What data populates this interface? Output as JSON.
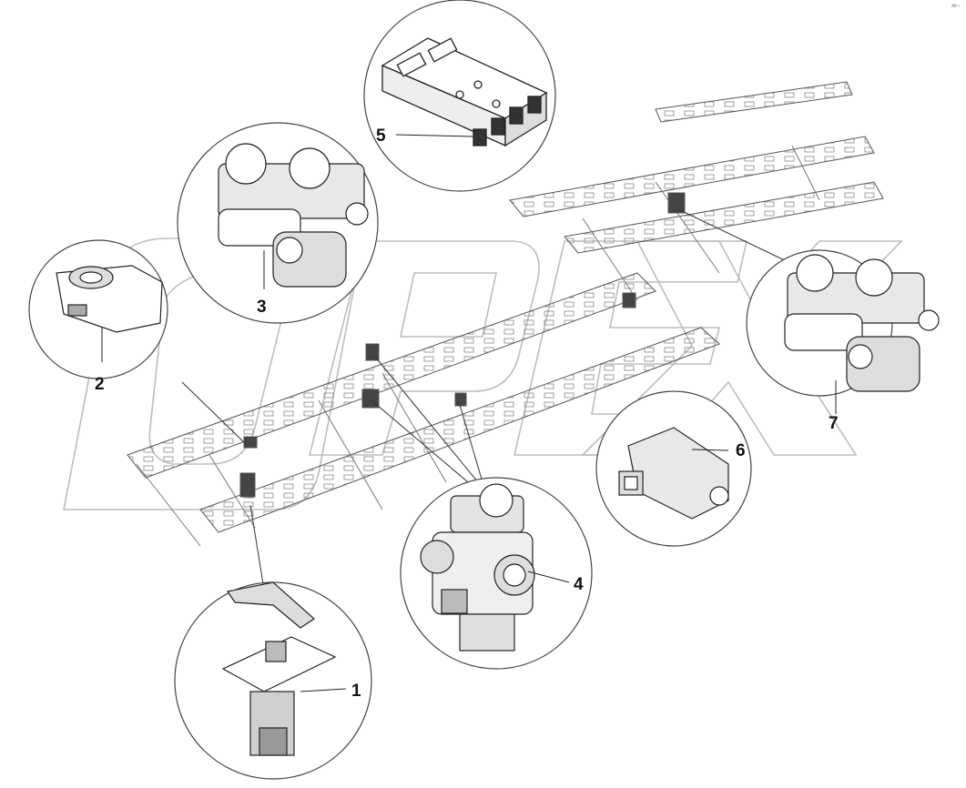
{
  "diagram": {
    "corner_mark": "≈-",
    "watermark_icon": "opex-watermark-icon",
    "callouts": [
      {
        "id": "1",
        "label": "1",
        "part_icon": "hand-brake-valve-icon"
      },
      {
        "id": "2",
        "label": "2",
        "part_icon": "steering-angle-sensor-icon"
      },
      {
        "id": "3",
        "label": "3",
        "part_icon": "modulator-valve-block-icon"
      },
      {
        "id": "4",
        "label": "4",
        "part_icon": "relay-valve-icon"
      },
      {
        "id": "5",
        "label": "5",
        "part_icon": "ecu-module-icon"
      },
      {
        "id": "6",
        "label": "6",
        "part_icon": "yaw-rate-sensor-icon"
      },
      {
        "id": "7",
        "label": "7",
        "part_icon": "modulator-valve-block-icon"
      }
    ]
  }
}
